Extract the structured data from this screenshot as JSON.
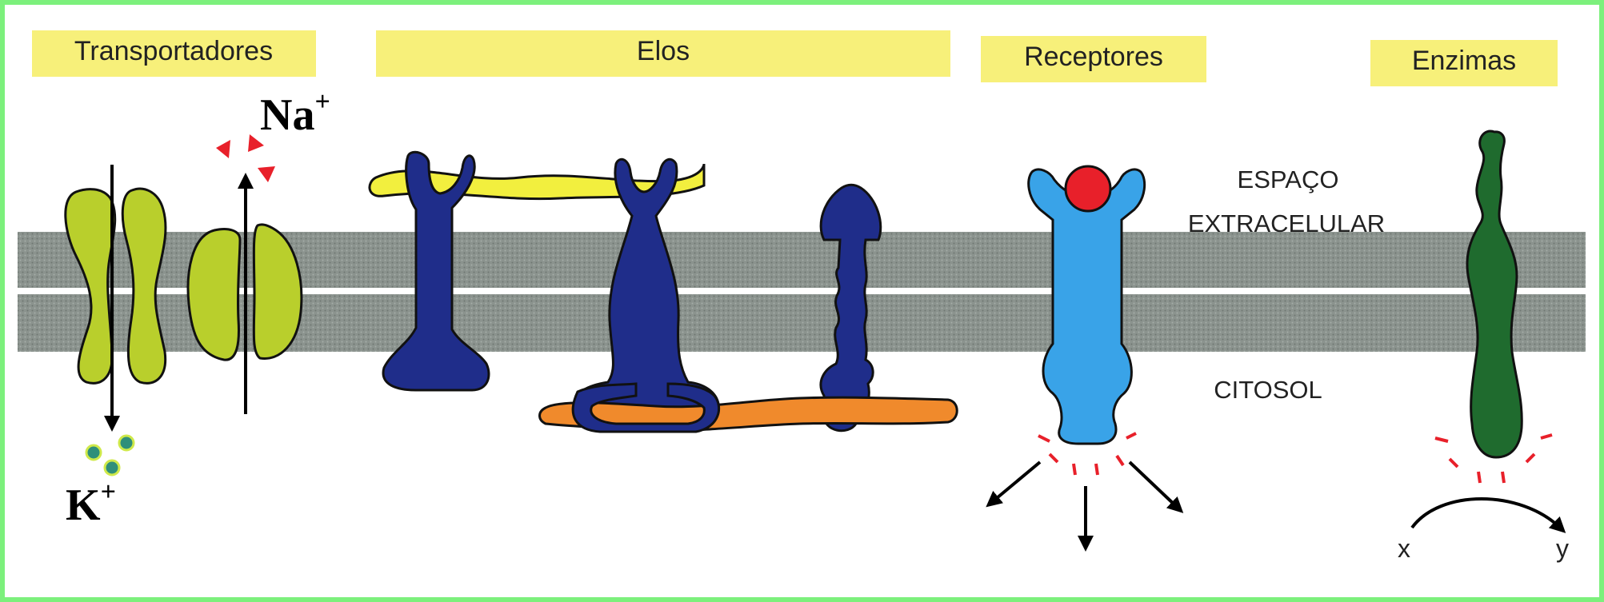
{
  "categories": {
    "transporters": "Transportadores",
    "links": "Elos",
    "receptors": "Receptores",
    "enzymes": "Enzimas"
  },
  "ions": {
    "sodium": "Na",
    "potassium": "K",
    "charge": "+"
  },
  "regions": {
    "extracellular_line1": "ESPAÇO",
    "extracellular_line2": "EXTRACELULAR",
    "cytosol": "CITOSOL"
  },
  "reaction": {
    "substrate": "x",
    "product": "y"
  },
  "colors": {
    "frame_border": "#7cf07c",
    "label_bg": "#f7f07a",
    "membrane": "#8e9691",
    "transporter": "#b9cf2c",
    "link_protein": "#1f2d8a",
    "yellow_filament": "#f2ef3e",
    "orange_filament": "#f08a2c",
    "receptor": "#39a3e8",
    "ligand": "#e8202a",
    "enzyme": "#1f6b2e",
    "na_ion": "#e8202a",
    "k_ion": "#2f8f7a"
  }
}
